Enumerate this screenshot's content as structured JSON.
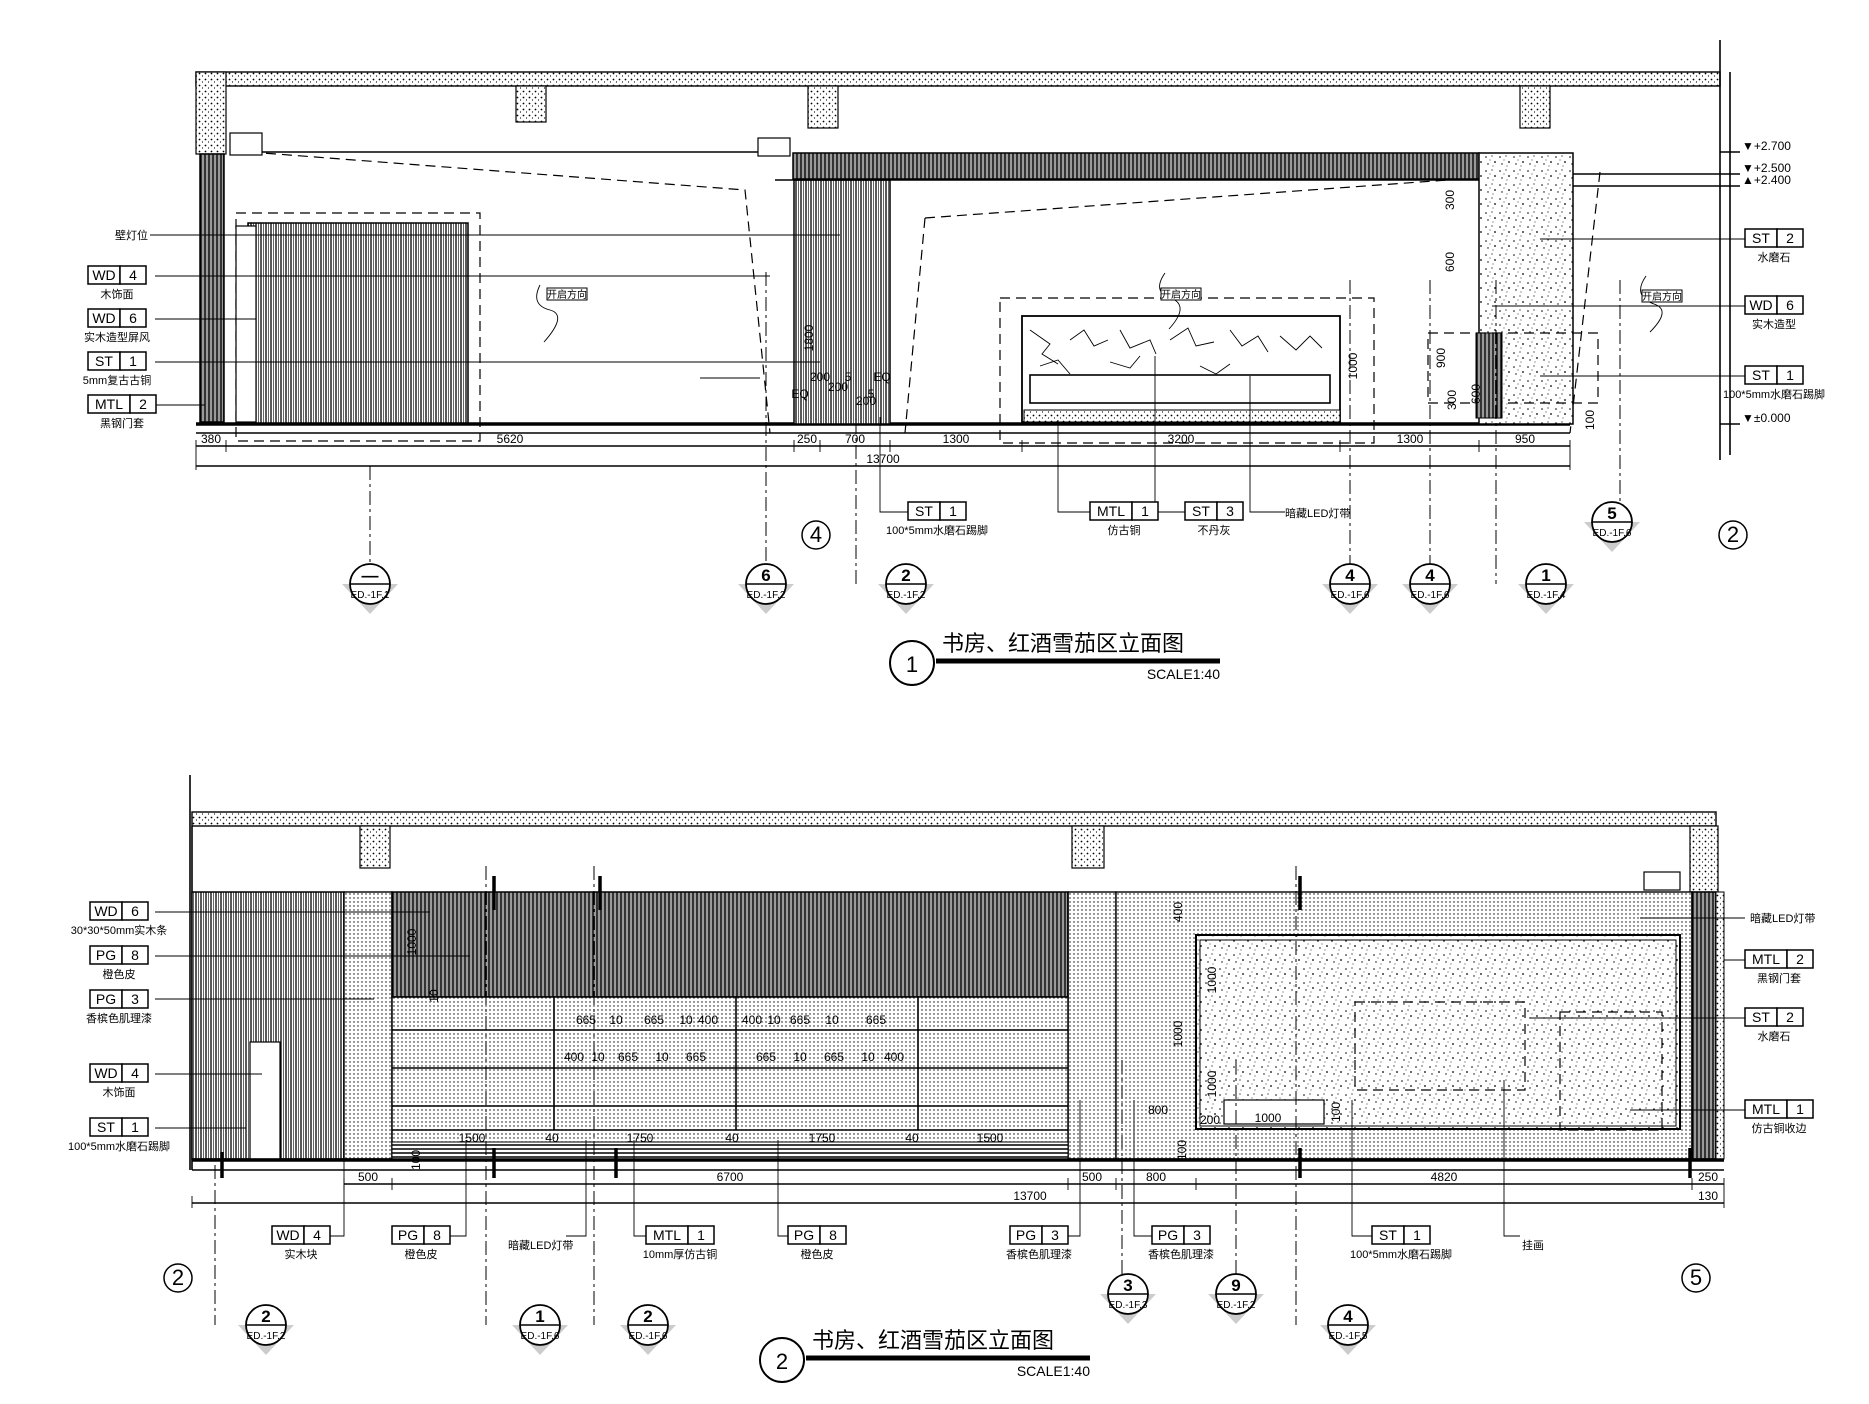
{
  "drawings": [
    {
      "number": "1",
      "title": "书房、红酒雪茄区立面图",
      "scale": "SCALE1:40",
      "levels": [
        "▼+2.700",
        "▼+2.500",
        "▲+2.400",
        "▼±0.000"
      ],
      "dims_bottom": [
        "380",
        "5620",
        "250",
        "700",
        "1300",
        "3200",
        "1300",
        "950"
      ],
      "total": "13700",
      "dims_vertical": [
        "1800",
        "1000",
        "300",
        "600",
        "900",
        "600",
        "300",
        "100"
      ],
      "dims_small": [
        "200",
        "5",
        "200",
        "EQ",
        "EQ",
        "5",
        "200"
      ],
      "left_tags": [
        {
          "note": "壁灯位"
        },
        {
          "code": "WD",
          "num": "4",
          "note": "木饰面"
        },
        {
          "code": "WD",
          "num": "6",
          "note": "实木造型屏风"
        },
        {
          "code": "ST",
          "num": "1",
          "note": "5mm复古古铜"
        },
        {
          "code": "MTL",
          "num": "2",
          "note": "黑钢门套"
        }
      ],
      "right_tags": [
        {
          "code": "ST",
          "num": "2",
          "note": "水磨石"
        },
        {
          "code": "WD",
          "num": "6",
          "note": "实木造型"
        },
        {
          "code": "ST",
          "num": "1",
          "note": "100*5mm水磨石踢脚"
        }
      ],
      "bottom_tags": [
        {
          "code": "ST",
          "num": "1",
          "note": "100*5mm水磨石踢脚"
        },
        {
          "code": "MTL",
          "num": "1",
          "note": "仿古铜"
        },
        {
          "code": "ST",
          "num": "3",
          "note": "不丹灰"
        },
        {
          "note": "暗藏LED灯带"
        }
      ],
      "door_labels": [
        "开启方向",
        "开启方向",
        "开启方向"
      ],
      "grid_markers": [
        "4",
        "2"
      ],
      "section_markers": [
        {
          "num": "—",
          "ref": "ED.-1F.1"
        },
        {
          "num": "6",
          "ref": "ED.-1F.2"
        },
        {
          "num": "2",
          "ref": "ED.-1F.2"
        },
        {
          "num": "4",
          "ref": "ED.-1F.6"
        },
        {
          "num": "4",
          "ref": "ED.-1F.6"
        },
        {
          "num": "1",
          "ref": "ED.-1F.4"
        },
        {
          "num": "5",
          "ref": "ED.-1F.6"
        }
      ]
    },
    {
      "number": "2",
      "title": "书房、红酒雪茄区立面图",
      "scale": "SCALE1:40",
      "dims_bottom": [
        "500",
        "6700",
        "500",
        "800",
        "4820",
        "250"
      ],
      "total": "13700",
      "dim_extra": "130",
      "shelf_dims_row1": [
        "665",
        "10",
        "665",
        "10",
        "400",
        "400",
        "10",
        "665",
        "10",
        "665"
      ],
      "shelf_dims_row2": [
        "400",
        "10",
        "665",
        "10",
        "665",
        "665",
        "10",
        "665",
        "10",
        "400"
      ],
      "bench_dims": [
        "1500",
        "40",
        "1750",
        "40",
        "1750",
        "40",
        "1500"
      ],
      "dims_vertical_left": [
        "1000",
        "10",
        "100"
      ],
      "dims_vertical_right": [
        "400",
        "1000",
        "1000",
        "1000",
        "100",
        "100"
      ],
      "dims_right_small": [
        "800",
        "200",
        "1000"
      ],
      "left_tags": [
        {
          "code": "WD",
          "num": "6",
          "note": "30*30*50mm实木条"
        },
        {
          "code": "PG",
          "num": "8",
          "note": "橙色皮"
        },
        {
          "code": "PG",
          "num": "3",
          "note": "香槟色肌理漆"
        },
        {
          "code": "WD",
          "num": "4",
          "note": "木饰面"
        },
        {
          "code": "ST",
          "num": "1",
          "note": "100*5mm水磨石踢脚"
        }
      ],
      "right_tags": [
        {
          "note": "暗藏LED灯带"
        },
        {
          "code": "MTL",
          "num": "2",
          "note": "黑钢门套"
        },
        {
          "code": "ST",
          "num": "2",
          "note": "水磨石"
        },
        {
          "code": "MTL",
          "num": "1",
          "note": "仿古铜收边"
        }
      ],
      "bottom_tags": [
        {
          "code": "WD",
          "num": "4",
          "note": "实木块"
        },
        {
          "code": "PG",
          "num": "8",
          "note": "橙色皮"
        },
        {
          "note": "暗藏LED灯带"
        },
        {
          "code": "MTL",
          "num": "1",
          "note": "10mm厚仿古铜"
        },
        {
          "code": "PG",
          "num": "8",
          "note": "橙色皮"
        },
        {
          "code": "PG",
          "num": "3",
          "note": "香槟色肌理漆"
        },
        {
          "code": "PG",
          "num": "3",
          "note": "香槟色肌理漆"
        },
        {
          "code": "ST",
          "num": "1",
          "note": "100*5mm水磨石踢脚"
        },
        {
          "note": "挂画"
        }
      ],
      "grid_markers": [
        "2",
        "5"
      ],
      "section_markers": [
        {
          "num": "2",
          "ref": "ED.-1F.2"
        },
        {
          "num": "1",
          "ref": "ED.-1F.6"
        },
        {
          "num": "2",
          "ref": "ED.-1F.6"
        },
        {
          "num": "3",
          "ref": "ED.-1F.3"
        },
        {
          "num": "9",
          "ref": "ED.-1F.2"
        },
        {
          "num": "4",
          "ref": "ED.-1F.5"
        }
      ]
    }
  ]
}
